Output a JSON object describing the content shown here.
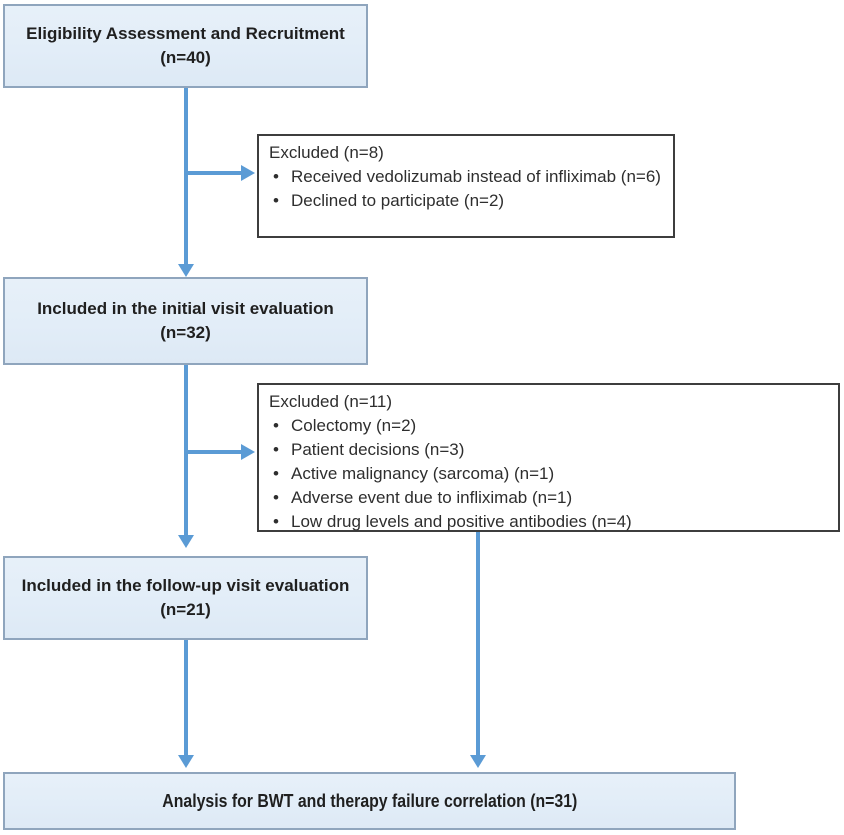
{
  "flowchart": {
    "boxes": {
      "eligibility": {
        "line1": "Eligibility Assessment and Recruitment",
        "line2": "(n=40)"
      },
      "excluded1": {
        "title": "Excluded (n=8)",
        "items": [
          "Received vedolizumab instead of infliximab (n=6)",
          "Declined to participate (n=2)"
        ]
      },
      "initial": {
        "line1": "Included in the initial visit evaluation",
        "line2": "(n=32)"
      },
      "excluded2": {
        "title": "Excluded (n=11)",
        "items": [
          "Colectomy (n=2)",
          "Patient decisions (n=3)",
          "Active malignancy (sarcoma) (n=1)",
          "Adverse event due to infliximab (n=1)",
          "Low drug levels and positive antibodies (n=4)"
        ]
      },
      "followup": {
        "line1": "Included in the follow-up visit evaluation",
        "line2": "(n=21)"
      },
      "analysis": {
        "line1": "Analysis for BWT and therapy failure correlation (n=31)"
      }
    },
    "colors": {
      "box_fill": "#e2edf8",
      "box_border": "#8fa5bd",
      "excluded_border": "#3d3d3d",
      "arrow": "#5b9bd5",
      "text": "#1f1f1f",
      "excluded_text": "#2e2e2e"
    }
  }
}
